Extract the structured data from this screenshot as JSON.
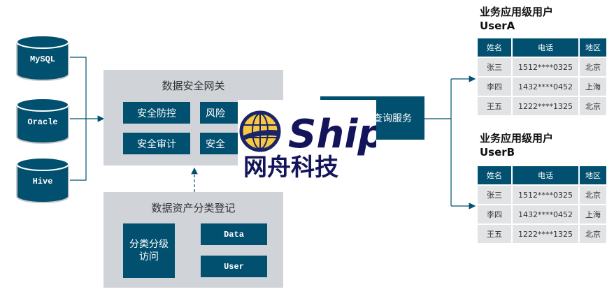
{
  "databases": [
    "MySQL",
    "Oracle",
    "Hive"
  ],
  "gateway": {
    "title": "数据安全网关",
    "items": [
      "安全防控",
      "风险",
      "安全审计",
      "安全"
    ]
  },
  "assets": {
    "title": "数据资产分类登记",
    "left": "分类分级\n访问",
    "data": "Data",
    "user": "User"
  },
  "query": {
    "label": "查询服务"
  },
  "logo": {
    "brand": "Ship",
    "subtitle": "网舟科技"
  },
  "users": [
    {
      "title": "业务应用级用户",
      "name": "UserA",
      "headers": [
        "姓名",
        "电话",
        "地区"
      ],
      "rows": [
        [
          "张三",
          "1512****0325",
          "北京"
        ],
        [
          "李四",
          "1432****0452",
          "上海"
        ],
        [
          "王五",
          "1222****1325",
          "北京"
        ]
      ]
    },
    {
      "title": "业务应用级用户",
      "name": "UserB",
      "headers": [
        "姓名",
        "电话",
        "地区"
      ],
      "rows": [
        [
          "张三",
          "1512****0325",
          "北京"
        ],
        [
          "李四",
          "1432****0452",
          "上海"
        ],
        [
          "王五",
          "1222****1325",
          "北京"
        ]
      ]
    }
  ],
  "colors": {
    "primary": "#02506f",
    "panel": "#d0d3d8"
  }
}
